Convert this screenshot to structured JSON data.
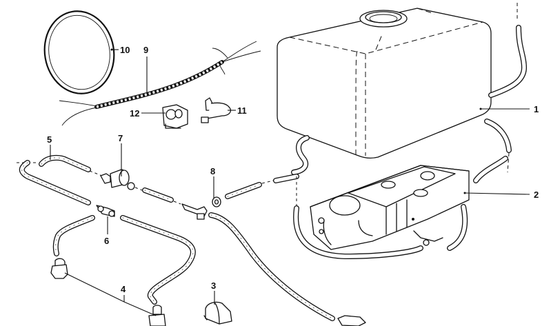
{
  "diagram": {
    "title": "Washer fluid reservoir, pump and hoses — exploded parts view",
    "background": "#ffffff",
    "ink": "#111111",
    "callouts": [
      {
        "id": "1",
        "label": "1",
        "part": "washer-fluid-reservoir"
      },
      {
        "id": "2",
        "label": "2",
        "part": "washer-pump-assembly"
      },
      {
        "id": "3",
        "label": "3",
        "part": "hose-clip"
      },
      {
        "id": "4",
        "label": "4",
        "part": "washer-nozzle"
      },
      {
        "id": "5",
        "label": "5",
        "part": "hose-section"
      },
      {
        "id": "6",
        "label": "6",
        "part": "t-connector"
      },
      {
        "id": "7",
        "label": "7",
        "part": "check-valve"
      },
      {
        "id": "8",
        "label": "8",
        "part": "grommet"
      },
      {
        "id": "9",
        "label": "9",
        "part": "wiring-harness-spiral-wrap"
      },
      {
        "id": "10",
        "label": "10",
        "part": "sealing-ring"
      },
      {
        "id": "11",
        "label": "11",
        "part": "plug-connector"
      },
      {
        "id": "12",
        "label": "12",
        "part": "holder-bracket"
      }
    ]
  }
}
